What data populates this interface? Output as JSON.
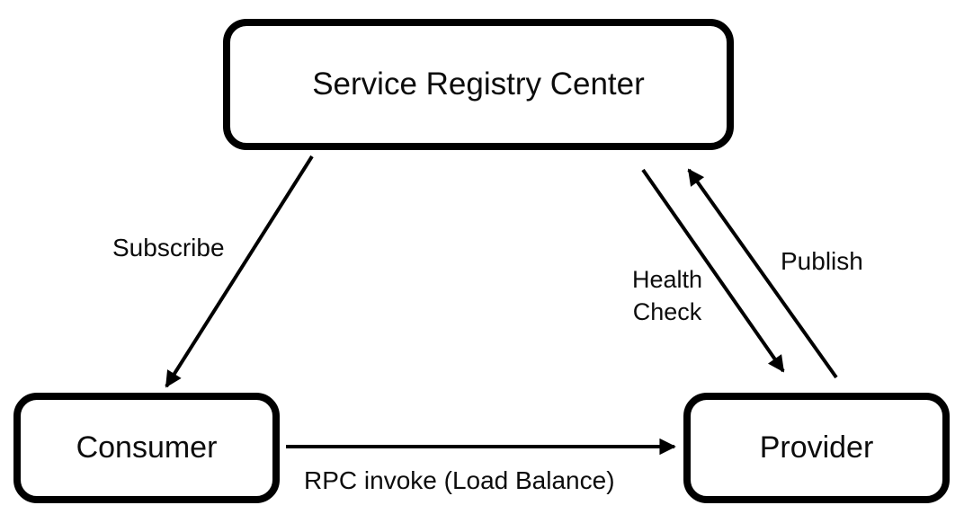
{
  "diagram": {
    "type": "flow-diagram",
    "background_color": "#ffffff",
    "stroke_color": "#000000",
    "text_color": "#0c0c0c",
    "nodes": {
      "registry": {
        "label": "Service Registry Center"
      },
      "consumer": {
        "label": "Consumer"
      },
      "provider": {
        "label": "Provider"
      }
    },
    "edges": {
      "subscribe": {
        "label": "Subscribe",
        "from": "registry",
        "to": "consumer"
      },
      "health_check": {
        "label": "Health Check",
        "from": "registry",
        "to": "provider"
      },
      "publish": {
        "label": "Publish",
        "from": "provider",
        "to": "registry"
      },
      "rpc_invoke": {
        "label": "RPC invoke (Load Balance)",
        "from": "consumer",
        "to": "provider"
      }
    }
  }
}
